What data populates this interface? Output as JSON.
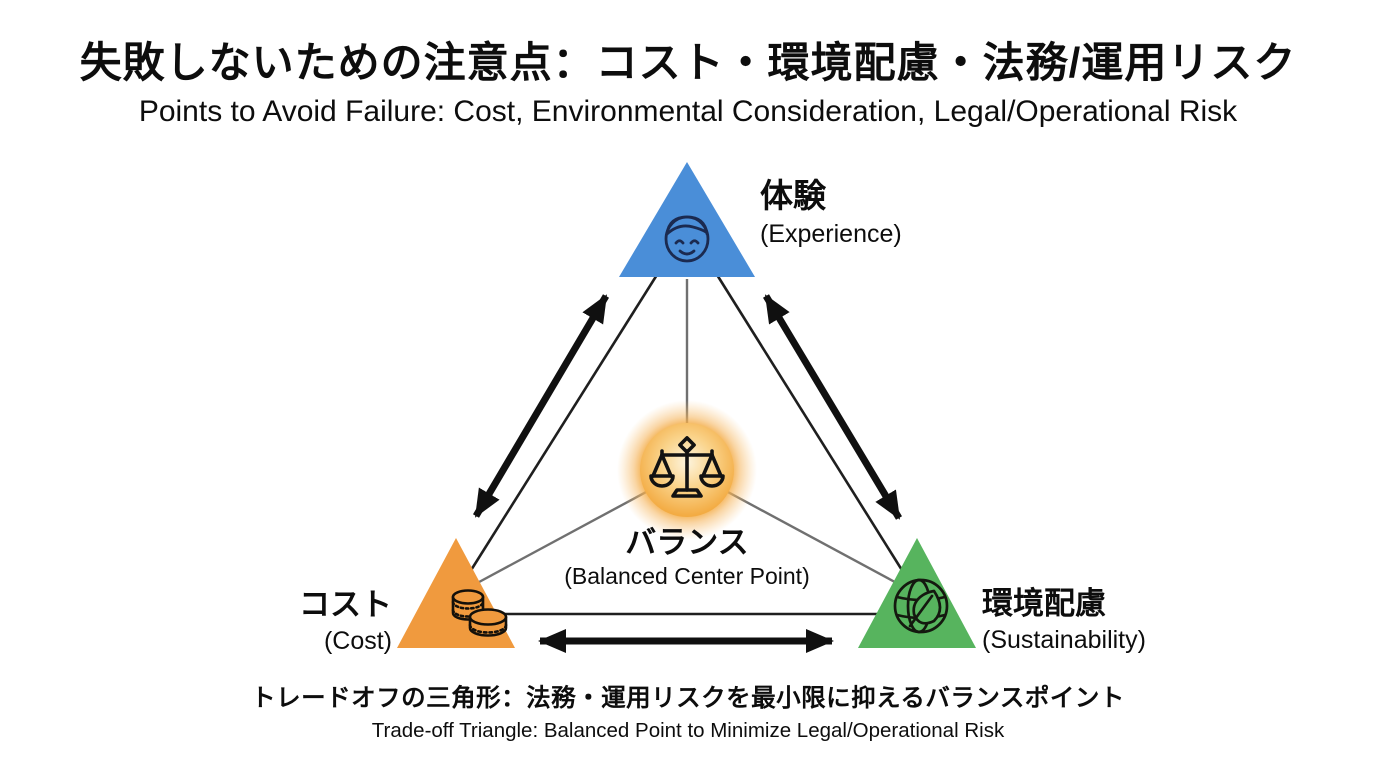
{
  "header": {
    "title_ja": "失敗しないための注意点：コスト・環境配慮・法務/運用リスク",
    "title_en": "Points to Avoid Failure: Cost, Environmental Consideration, Legal/Operational Risk"
  },
  "nodes": {
    "experience": {
      "label_ja": "体験",
      "label_en": "(Experience)",
      "color": "#4A8ED8",
      "icon": "person-face-icon"
    },
    "cost": {
      "label_ja": "コスト",
      "label_en": "(Cost)",
      "color": "#F09A3E",
      "icon": "coins-icon"
    },
    "sustainability": {
      "label_ja": "環境配慮",
      "label_en": "(Sustainability)",
      "color": "#57B45E",
      "icon": "globe-leaf-icon"
    },
    "balance": {
      "label_ja": "バランス",
      "label_en": "(Balanced Center Point)",
      "color": "#F2A43C",
      "icon": "balance-scale-icon"
    }
  },
  "edges": [
    {
      "from": "experience",
      "to": "cost",
      "bidirectional": true
    },
    {
      "from": "experience",
      "to": "sustainability",
      "bidirectional": true
    },
    {
      "from": "cost",
      "to": "sustainability",
      "bidirectional": true
    }
  ],
  "footer": {
    "caption_ja": "トレードオフの三角形：法務・運用リスクを最小限に抑えるバランスポイント",
    "caption_en": "Trade-off Triangle: Balanced Point to Minimize Legal/Operational Risk"
  }
}
